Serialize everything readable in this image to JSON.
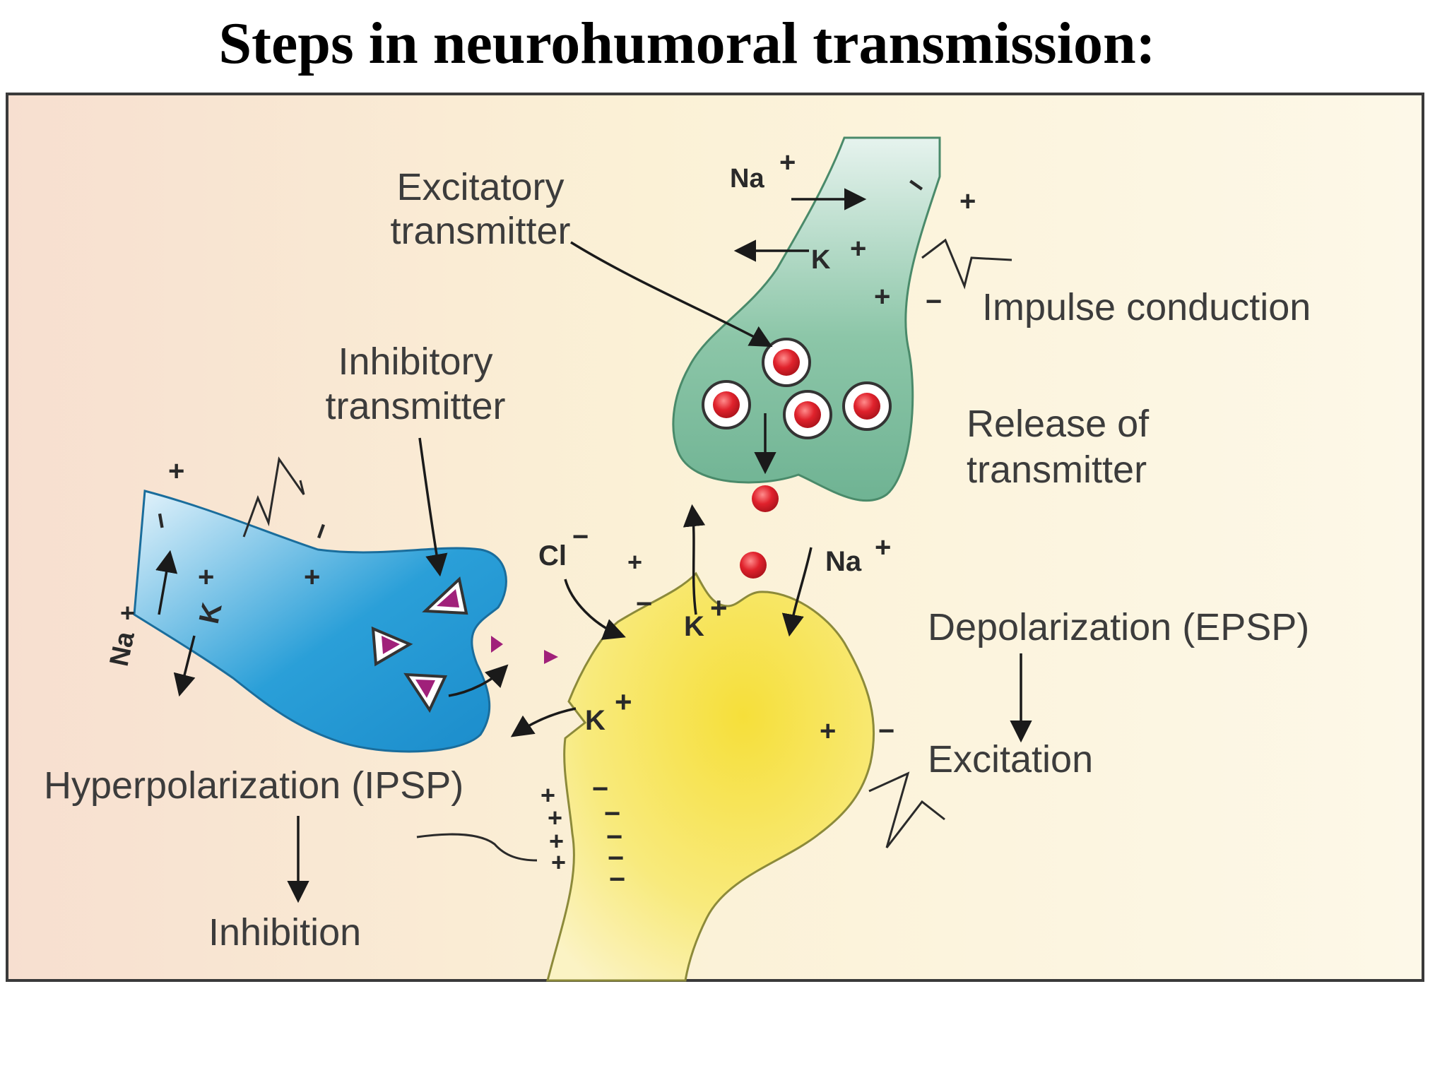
{
  "title": "Steps in neurohumoral transmission:",
  "labels": {
    "excitatory_transmitter": [
      "Excitatory",
      "transmitter"
    ],
    "inhibitory_transmitter": [
      "Inhibitory",
      "transmitter"
    ],
    "impulse_conduction": "Impulse conduction",
    "release_of_transmitter": [
      "Release of",
      "transmitter"
    ],
    "depolarization": "Depolarization (EPSP)",
    "excitation": "Excitation",
    "hyperpolarization": "Hyperpolarization (IPSP)",
    "inhibition": "Inhibition"
  },
  "ions": {
    "na": "Na",
    "k": "K",
    "cl": "Cl",
    "plus": "+",
    "minus": "−"
  },
  "colors": {
    "excitatory_neuron": "#8cc6a8",
    "inhibitory_neuron": "#2a9fd8",
    "postsynaptic_neuron": "#f6e35a",
    "vesicle": "#d8212a",
    "inhibitory_molecule": "#a0207a"
  }
}
